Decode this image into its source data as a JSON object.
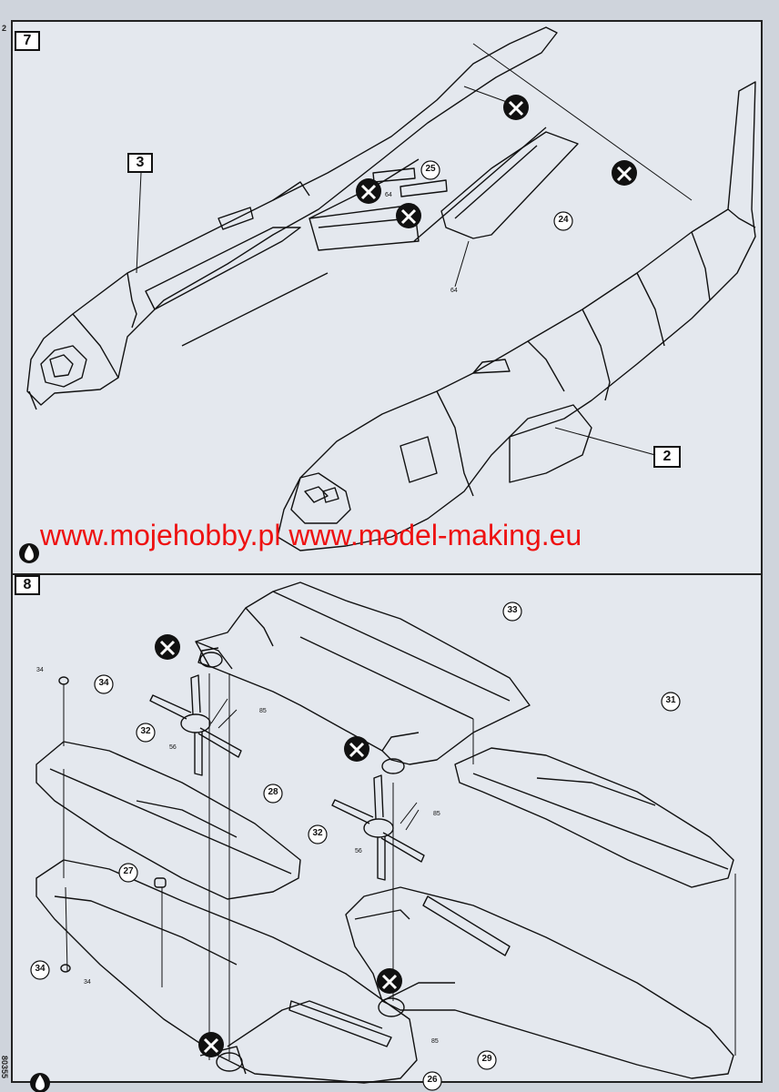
{
  "page": {
    "page_number": "2",
    "kit_code": "80355"
  },
  "steps": [
    {
      "number": "7"
    },
    {
      "number": "8"
    }
  ],
  "assembly_refs": {
    "fuselage_left": "3",
    "fuselage_right": "2"
  },
  "step7_parts": {
    "part_25": "25",
    "part_24": "24",
    "part_64a": "64",
    "part_64b": "64"
  },
  "step8_parts": {
    "part_33": "33",
    "part_31": "31",
    "part_34_circle_top": "34",
    "part_34_small_top": "34",
    "part_34_circle_bottom": "34",
    "part_34_small_bottom": "34",
    "part_32_left": "32",
    "part_32_right": "32",
    "part_56_left": "56",
    "part_56_right": "56",
    "part_85_left": "85",
    "part_85_right": "85",
    "part_85_bottom": "85",
    "part_28": "28",
    "part_27": "27",
    "part_26": "26",
    "part_29": "29"
  },
  "watermark": {
    "text": "www.mojehobby.pl www.model-making.eu"
  },
  "colors": {
    "paper": "#e4e8ee",
    "ink": "#111111",
    "watermark": "#ee1111"
  },
  "icons": [
    "glue-icon",
    "paint-drop-icon"
  ]
}
